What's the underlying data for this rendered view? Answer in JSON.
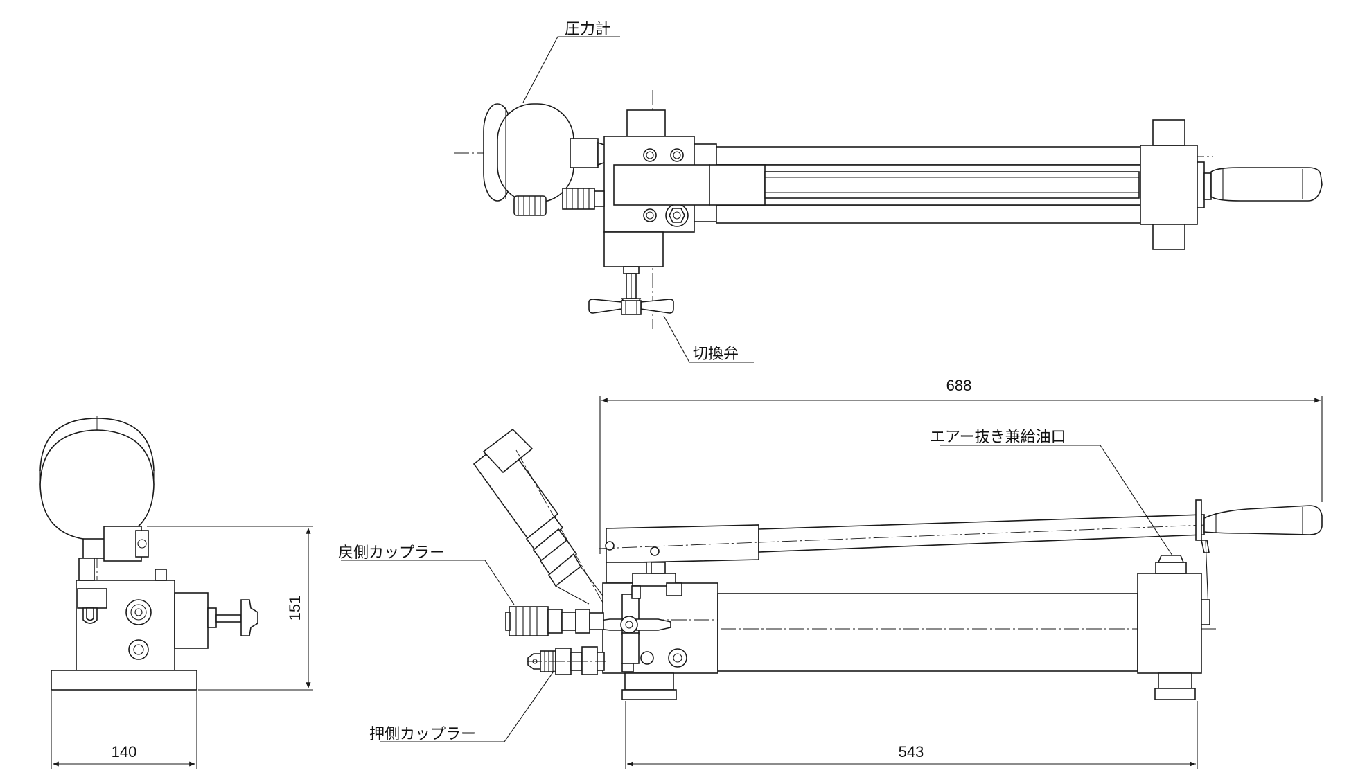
{
  "labels": {
    "pressure_gauge": "圧力計",
    "switch_valve": "切換弁",
    "air_vent_oil_port": "エアー抜き兼給油口",
    "return_coupler": "戻側カップラー",
    "push_coupler": "押側カップラー"
  },
  "dimensions": {
    "overall_length": "688",
    "body_length": "543",
    "base_width": "140",
    "height": "151"
  },
  "colors": {
    "line": "#1a1a1a",
    "background": "#ffffff"
  }
}
